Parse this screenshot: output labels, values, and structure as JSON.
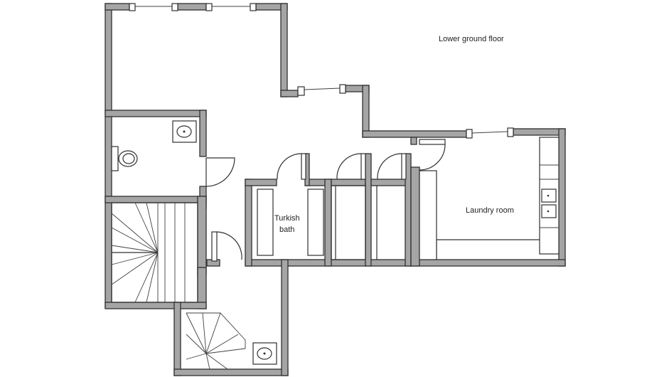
{
  "floor_title": "Lower ground floor",
  "rooms": {
    "turkish_bath": [
      "Turkish",
      "bath"
    ],
    "laundry": "Laundry room"
  },
  "colors": {
    "wall_fill": "#a5a5a5",
    "outline": "#303030",
    "background": "#ffffff"
  }
}
